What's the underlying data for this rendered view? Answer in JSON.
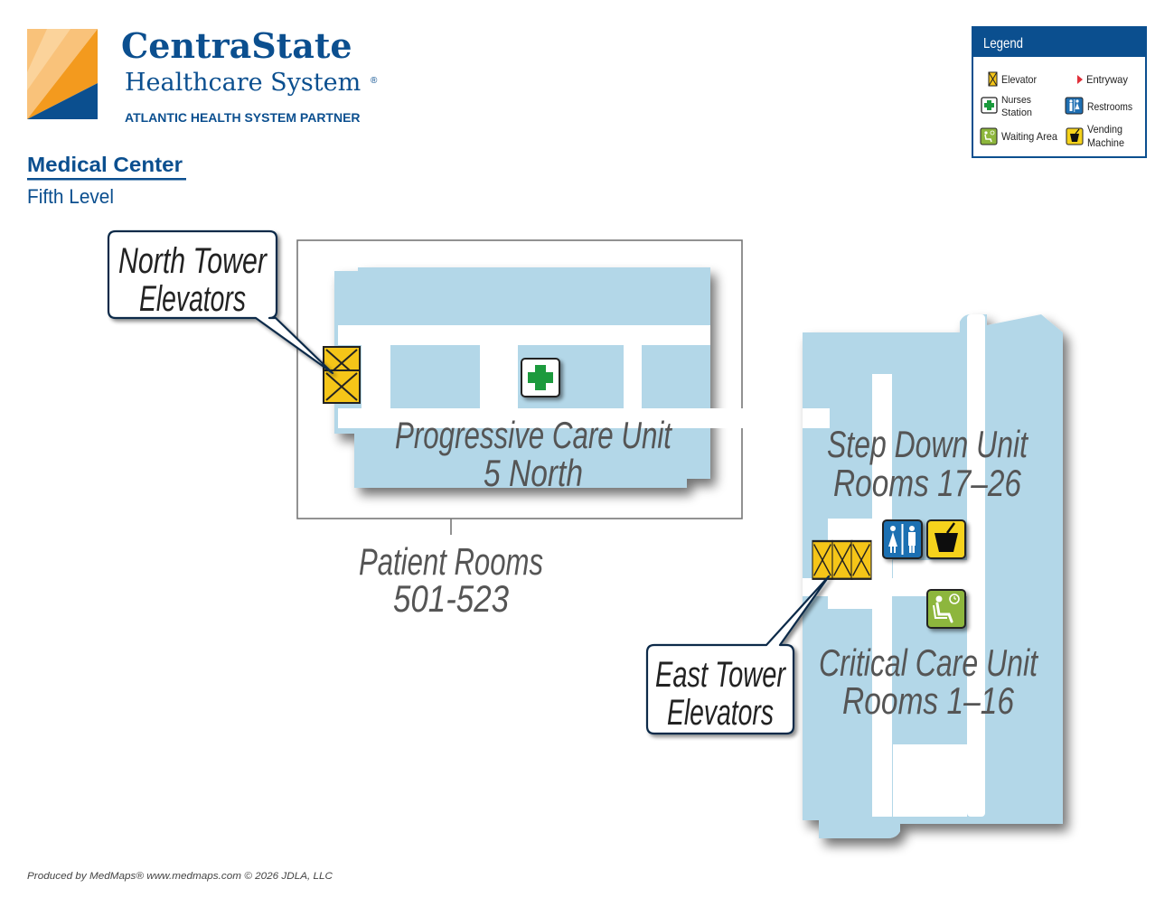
{
  "brand": {
    "name": "CentraState",
    "subtitle": "Healthcare System",
    "registered": "®",
    "partner": "ATLANTIC HEALTH SYSTEM PARTNER"
  },
  "heading": {
    "title": "Medical Center",
    "level": "Fifth Level"
  },
  "legend": {
    "title": "Legend",
    "items": {
      "elevator": "Elevator",
      "entryway": "Entryway",
      "nurses_line1": "Nurses",
      "nurses_line2": "Station",
      "restrooms": "Restrooms",
      "waiting": "Waiting Area",
      "vending_line1": "Vending",
      "vending_line2": "Machine"
    }
  },
  "labels": {
    "north_tower_line1": "North Tower",
    "north_tower_line2": "Elevators",
    "east_tower_line1": "East Tower",
    "east_tower_line2": "Elevators",
    "pcu_line1": "Progressive Care Unit",
    "pcu_line2": "5 North",
    "sdu_line1": "Step Down Unit",
    "sdu_line2": "Rooms 17–26",
    "ccu_line1": "Critical Care Unit",
    "ccu_line2": "Rooms 1–16",
    "patient_rooms_line1": "Patient Rooms",
    "patient_rooms_line2": "501-523"
  },
  "footer": {
    "credit": "Produced by MedMaps®  www.medmaps.com   © 2026 JDLA, LLC"
  },
  "colors": {
    "brand_blue": "#0b4f8f",
    "brand_orange": "#f39a1e",
    "room_blue": "#b3d7e8",
    "elevator_yellow": "#f5c518",
    "nurse_green": "#1a9a3c",
    "waiting_green": "#8db63c",
    "label_gray": "#555555"
  },
  "icons": [
    "elevator-icon",
    "entryway-arrow-icon",
    "nurses-station-icon",
    "restrooms-icon",
    "waiting-area-icon",
    "vending-machine-icon"
  ]
}
